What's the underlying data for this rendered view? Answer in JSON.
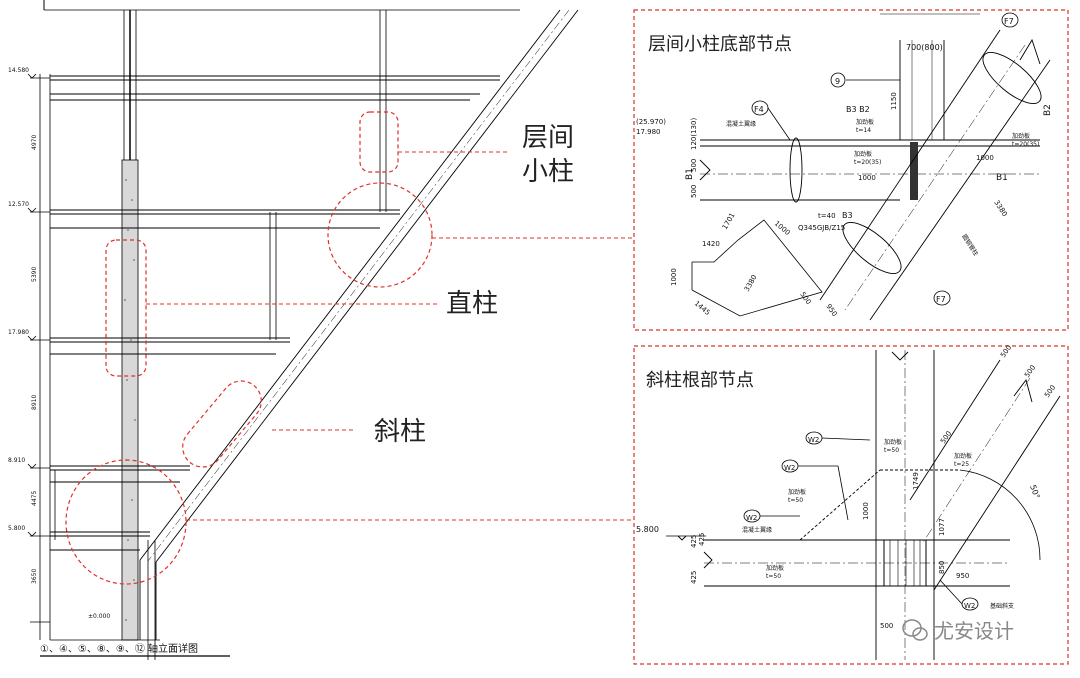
{
  "left_elevation": {
    "elevation_labels": [
      "14.580",
      "12.570",
      "17.980",
      "8.910",
      "5.800",
      "±0.000"
    ],
    "dim_labels": [
      "4970",
      "5390",
      "8910",
      "4475",
      "3650"
    ],
    "caption": "①、④、⑤、⑧、⑨、⑫ 轴立面详图"
  },
  "callouts": {
    "interstory_line1": "层间",
    "interstory_line2": "小柱",
    "straight_column": "直柱",
    "inclined_column": "斜柱"
  },
  "detail_top": {
    "title": "层间小柱底部节点",
    "texts": {
      "dim_700_800": "700(800)",
      "marker_9": "9",
      "tag_f7_top": "F7",
      "tag_f7_bottom": "F7",
      "tag_f4": "F4",
      "b3b2": "B3 B2",
      "b2": "B2",
      "b1_left": "B1",
      "b1_right": "B1",
      "b3": "B3",
      "elev1": "(25.970)",
      "elev2": "17.980",
      "d120": "120(130)",
      "d500a": "500",
      "d500b": "500",
      "d1150": "1150",
      "stiff1": "加劲板",
      "stiff1_t": "t=14",
      "stiff2": "加劲板",
      "stiff2_t": "t=20(35)",
      "stiff3": "加劲板",
      "stiff3_t": "t=20(35)",
      "d1000a": "1000",
      "d1000b": "1000",
      "t40": "t=40",
      "steel": "Q345GJB/Z15",
      "concrete": "混凝土翼缘",
      "pipe": "圆钢管柱",
      "d3380": "3380",
      "d1000c": "1000",
      "d1701": "1701",
      "d1420": "1420",
      "d1000d": "1000",
      "d1445": "1445",
      "d3380b": "3380",
      "d500c": "500",
      "d950": "950"
    }
  },
  "detail_bottom": {
    "title": "斜柱根部节点",
    "texts": {
      "d500a": "500",
      "d500b": "500",
      "d500c": "500",
      "d500d": "500",
      "w2a": "W2",
      "w2b": "W2",
      "w2c": "W2",
      "w2d": "W2",
      "stiff_a": "加劲板",
      "stiff_a_t": "t=50",
      "stiff_b": "加劲板",
      "stiff_b_t": "t=25",
      "stiff_c": "加劲板",
      "stiff_c_t": "t=50",
      "stiff_d": "加劲板",
      "stiff_d_t": "t=50",
      "concrete": "混凝土翼缘",
      "d1749": "1749",
      "d1000": "1000",
      "d850": "850",
      "d1077": "1077",
      "d950": "950",
      "d425a": "425",
      "d425b": "425",
      "d425c": "425",
      "elev": "5.800",
      "angle": "50°",
      "base": "基础斜支",
      "d500e": "500",
      "watermark": "尤安设计"
    }
  }
}
